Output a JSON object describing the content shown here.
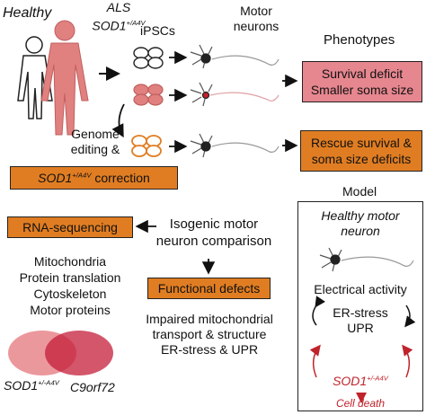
{
  "top": {
    "healthy": "Healthy",
    "als_line1": "ALS",
    "als_gene": "SOD1",
    "als_sup": "+/A4V",
    "ipscs": "iPSCs",
    "motor_line1": "Motor",
    "motor_line2": "neurons",
    "phenotypes": "Phenotypes",
    "genome_line1": "Genome",
    "genome_line2": "editing &",
    "correction_gene": "SOD1",
    "correction_sup": "+/A4V",
    "correction_rest": " correction"
  },
  "phenotype_boxes": {
    "deficit_line1": "Survival deficit",
    "deficit_line2": "Smaller soma size",
    "rescue_line1": "Rescue survival &",
    "rescue_line2": "soma size deficits"
  },
  "middle": {
    "isogenic_line1": "Isogenic motor",
    "isogenic_line2": "neuron comparison",
    "rnaseq": "RNA-sequencing",
    "functional": "Functional defects"
  },
  "rnaseq_list": [
    "Mitochondria",
    "Protein translation",
    "Cytoskeleton",
    "Motor proteins"
  ],
  "functional_list": [
    "Impaired mitochondrial",
    "transport & structure",
    "ER-stress & UPR"
  ],
  "venn": {
    "left_gene": "SOD1",
    "left_sup": "+/-A4V",
    "right_gene": "C9orf72"
  },
  "model": {
    "title": "Model",
    "healthy_line1": "Healthy motor",
    "healthy_line2": "neuron",
    "electrical": "Electrical activity",
    "er_line1": "ER-stress",
    "er_line2": "UPR",
    "sod_gene": "SOD1",
    "sod_sup": "+/-A4V",
    "cell_death": "Cell death"
  },
  "colors": {
    "orange": "#e07d22",
    "pink": "#e6868f",
    "red": "#c0232b",
    "body_pink": "#e0807f",
    "venn_left": "#e7868c",
    "venn_right": "#c41e3a"
  }
}
